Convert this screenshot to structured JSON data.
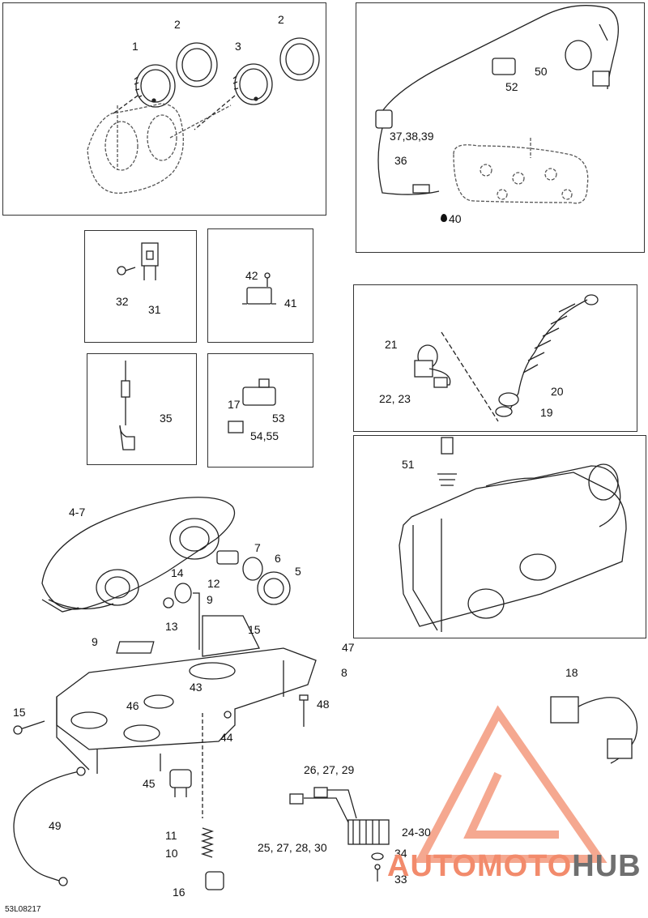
{
  "diagram": {
    "code": "53L08217",
    "watermark": {
      "word1": "AUTOMOTO",
      "word2": "HUB",
      "color1": "#f28b6c",
      "color2": "#6f6f6f"
    },
    "callouts": {
      "c1": "1",
      "c2a": "2",
      "c2b": "2",
      "c3": "3",
      "c50": "50",
      "c52": "52",
      "c37": "37,38,39",
      "c36": "36",
      "c40": "40",
      "c42": "42",
      "c41": "41",
      "c32": "32",
      "c31": "31",
      "c35": "35",
      "c17": "17",
      "c53": "53",
      "c54": "54,55",
      "c21": "21",
      "c22": "22, 23",
      "c20": "20",
      "c19": "19",
      "c51": "51",
      "c47": "4-7",
      "c7": "7",
      "c6": "6",
      "c5": "5",
      "c14": "14",
      "c12": "12",
      "c9a": "9",
      "c13": "13",
      "c15a": "15",
      "c9b": "9",
      "c47b": "47",
      "c8": "8",
      "c43": "43",
      "c46": "46",
      "c48": "48",
      "c15b": "15",
      "c44": "44",
      "c45": "45",
      "c49": "49",
      "c11": "11",
      "c10": "10",
      "c16": "16",
      "c26": "26, 27, 29",
      "c25": "25, 27, 28, 30",
      "c24": "24-30",
      "c34": "34",
      "c33": "33",
      "c18": "18"
    }
  }
}
